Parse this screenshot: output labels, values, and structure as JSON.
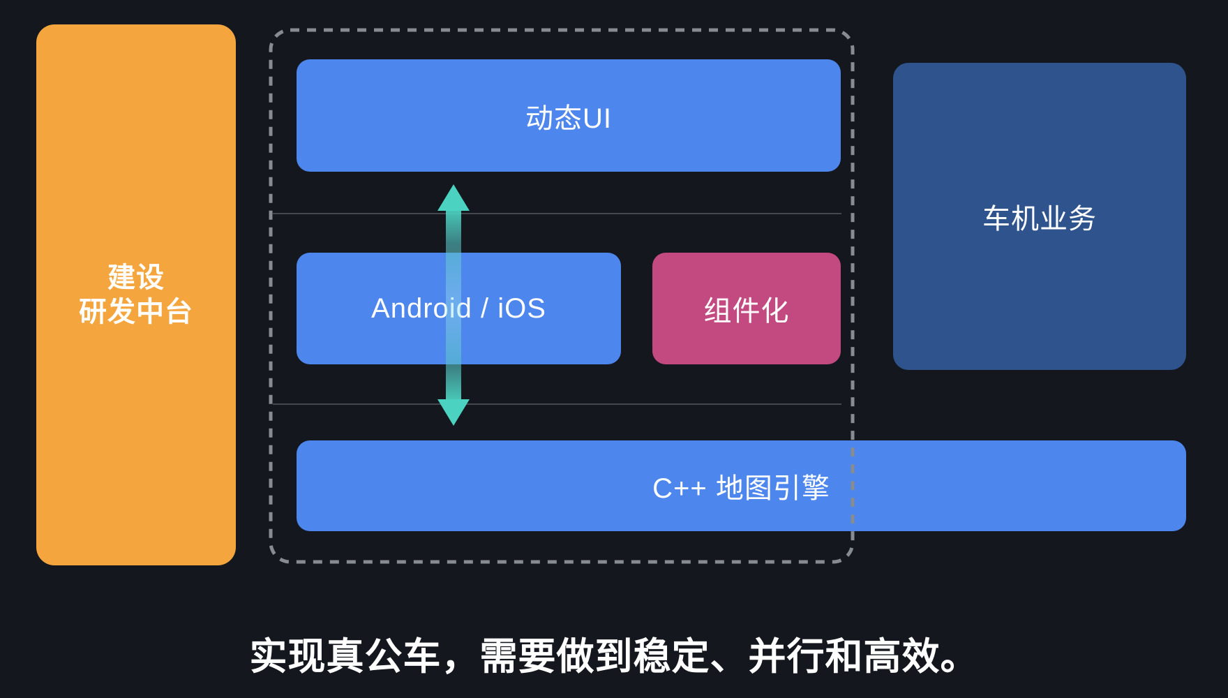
{
  "slide": {
    "caption": "实现真公车，需要做到稳定、并行和高效。"
  },
  "left_pillar": {
    "lines": [
      "建设",
      "研发中台"
    ]
  },
  "platform_container": {
    "ui_layer": {
      "label": "动态UI"
    },
    "middle_layer": {
      "native_label": "Android / iOS",
      "component_label": "组件化"
    },
    "engine_layer": {
      "label": "C++ 地图引擎"
    }
  },
  "right_box": {
    "label": "车机业务"
  },
  "icons": {
    "bidirectional_arrow": "↕"
  },
  "colors": {
    "background": "#14171E",
    "orange": "#F4A53D",
    "blue": "#4D86ED",
    "pink": "#C34A80",
    "navy": "#2F538C",
    "teal": "#4BD2C0",
    "dashed_border": "#878B92",
    "divider": "#45484F",
    "text": "#FFFFFF"
  }
}
